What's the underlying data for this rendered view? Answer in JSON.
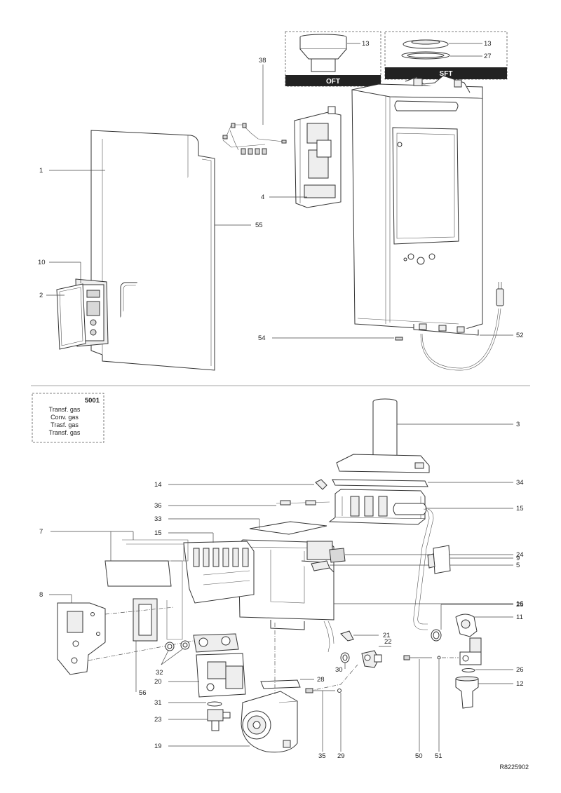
{
  "variants": {
    "oft": {
      "label": "OFT",
      "part": "13"
    },
    "sft": {
      "label": "SFT",
      "parts": [
        "13",
        "27"
      ]
    }
  },
  "legend": {
    "code": "5001",
    "lines": [
      "Transf. gas",
      "Conv. gas",
      "Trasf. gas",
      "Transf. gas"
    ]
  },
  "reference": "R8225902",
  "callouts": {
    "p1": "1",
    "p2": "2",
    "p3": "3",
    "p4": "4",
    "p5": "5",
    "p7": "7",
    "p8": "8",
    "p9": "9",
    "p10": "10",
    "p11": "11",
    "p12": "12",
    "p13a": "13",
    "p13b": "13",
    "p14": "14",
    "p15a": "15",
    "p15b": "15",
    "p16": "16",
    "p19": "19",
    "p20": "20",
    "p21": "21",
    "p22": "22",
    "p23": "23",
    "p24": "24",
    "p25": "25",
    "p26": "26",
    "p27": "27",
    "p28": "28",
    "p29": "29",
    "p30": "30",
    "p31": "31",
    "p32": "32",
    "p33": "33",
    "p34": "34",
    "p35": "35",
    "p36": "36",
    "p38": "38",
    "p50": "50",
    "p51": "51",
    "p52": "52",
    "p54": "54",
    "p55": "55",
    "p56": "56"
  }
}
